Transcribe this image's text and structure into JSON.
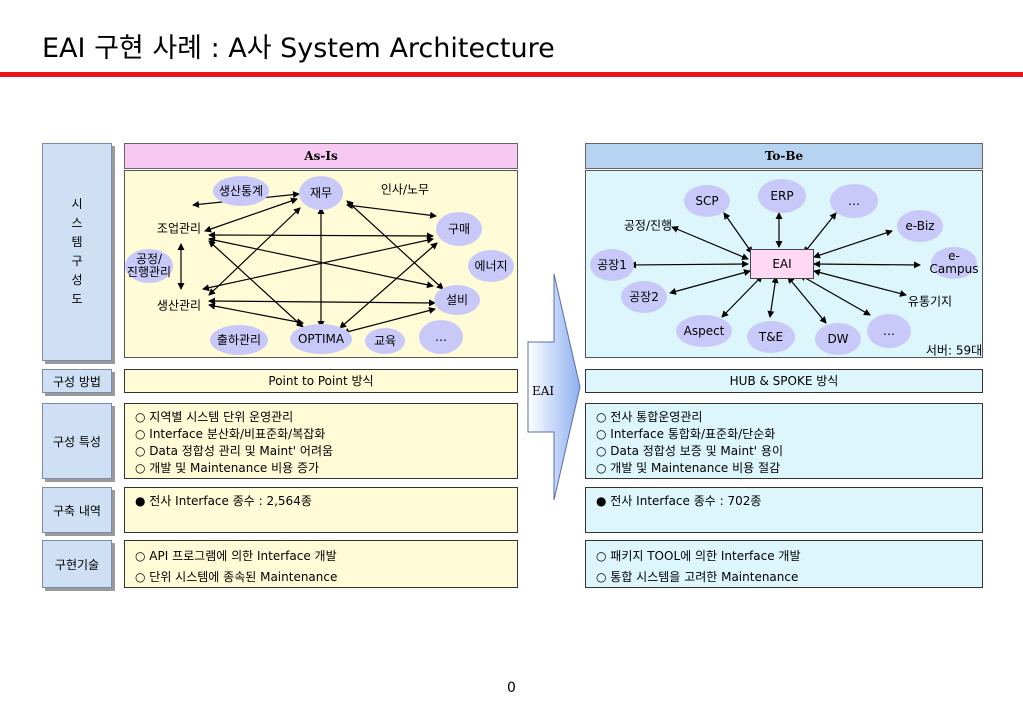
{
  "title": "EAI 구현 사례 : A사 System Architecture",
  "page_number": "0",
  "row_labels": {
    "system_chars": [
      "시",
      "스",
      "템",
      "구",
      "성",
      "도"
    ],
    "method": "구성 방법",
    "characteristics": "구성 특성",
    "build": "구축 내역",
    "tech": "구현기술"
  },
  "asis": {
    "header": "As-Is",
    "nodes": {
      "production_stats": "생산통계",
      "finance": "재무",
      "hr": "인사/노무",
      "partner": "조업관리",
      "purchase": "구매",
      "process_line1": "공정/",
      "process_line2": "진행관리",
      "energy": "에너지",
      "production_mgmt": "생산관리",
      "equipment": "설비",
      "shipping": "출하관리",
      "optima": "OPTIMA",
      "education": "교육",
      "etc": "…"
    },
    "method": "Point to Point 방식",
    "characteristics": [
      "○ 지역별 시스템 단위 운영관리",
      "○ Interface 분산화/비표준화/복잡화",
      "○ Data 정합성 관리 및 Maint' 어려움",
      "○ 개발 및 Maintenance 비용 증가"
    ],
    "build": "● 전사 Interface 종수 : 2,564종",
    "tech": [
      "○ API 프로그램에 의한 Interface 개발",
      "○ 단위 시스템에 종속된 Maintenance"
    ]
  },
  "arrow_label": "EAI",
  "tobe": {
    "header": "To-Be",
    "hub": "EAI",
    "nodes": {
      "scp": "SCP",
      "erp": "ERP",
      "etc_top": "…",
      "process": "공정/진행",
      "ebiz": "e-Biz",
      "plant1": "공장1",
      "ecampus_line1": "e-",
      "ecampus_line2": "Campus",
      "plant2": "공장2",
      "distribution": "유통기지",
      "aspect": "Aspect",
      "te": "T&E",
      "dw": "DW",
      "etc_bottom": "…"
    },
    "server_note": "서버: 59대",
    "method": "HUB & SPOKE 방식",
    "characteristics": [
      "○ 전사 통합운영관리",
      "○ Interface 통합화/표준화/단순화",
      "○ Data 정합성 보증 및 Maint' 용이",
      "○ 개발 및 Maintenance 비용 절감"
    ],
    "build": "● 전사 Interface 종수 : 702종",
    "tech": [
      "○ 패키지 TOOL에 의한 Interface 개발",
      "○ 통합 시스템을 고려한 Maintenance"
    ]
  },
  "colors": {
    "accent_red": "#e8141b",
    "node_fill": "#c9c9f9",
    "asis_header": "#f6c8f2",
    "tobe_header": "#b7d3f2",
    "asis_panel": "#fffbd6",
    "tobe_panel": "#dcf6fb",
    "hub_fill": "#ffd9f3"
  }
}
